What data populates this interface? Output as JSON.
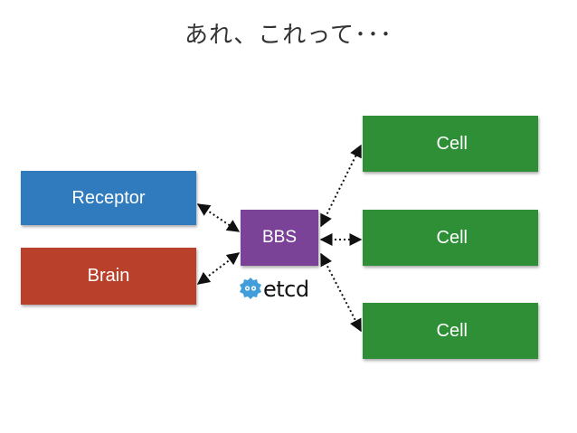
{
  "title": "あれ、これって･･･",
  "nodes": {
    "receptor": "Receptor",
    "brain": "Brain",
    "bbs": "BBS",
    "cells": [
      "Cell",
      "Cell",
      "Cell"
    ]
  },
  "logo": {
    "text": "etcd",
    "color": "#419eda"
  },
  "colors": {
    "receptor": "#2f7bbd",
    "brain": "#b9402a",
    "bbs": "#7b4397",
    "cell": "#2f8f36"
  }
}
